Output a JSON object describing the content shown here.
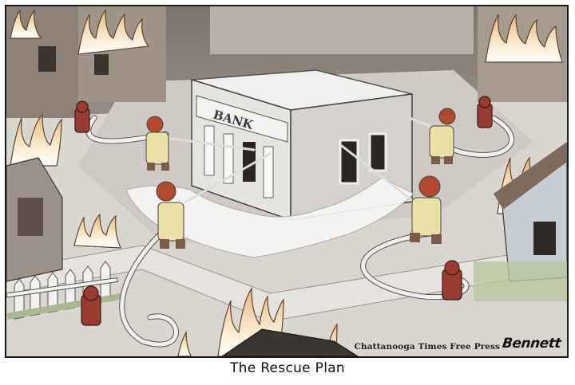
{
  "cartoon": {
    "title": "The Rescue Plan",
    "bank_sign": "BANK",
    "credit": {
      "publication": "Chattanooga Times Free Press",
      "artist_signature": "Bennett"
    },
    "scene": {
      "central_building": "bank",
      "firefighters": 4,
      "fire_hydrants": 4,
      "burning_buildings": [
        "top-left house",
        "top-center buildings",
        "top-right house",
        "left house with fence",
        "right blue house",
        "bottom-center roof"
      ]
    },
    "colors": {
      "flame": "#f3dcb5",
      "flame_edge": "#c98a4a",
      "hydrant": "#9a3b32",
      "firefighter_coat": "#e9e1a6",
      "helmet": "#b2492f",
      "street": "#d8d4ce",
      "building": "#e8e6e3",
      "frame": "#1c1c1c"
    }
  }
}
